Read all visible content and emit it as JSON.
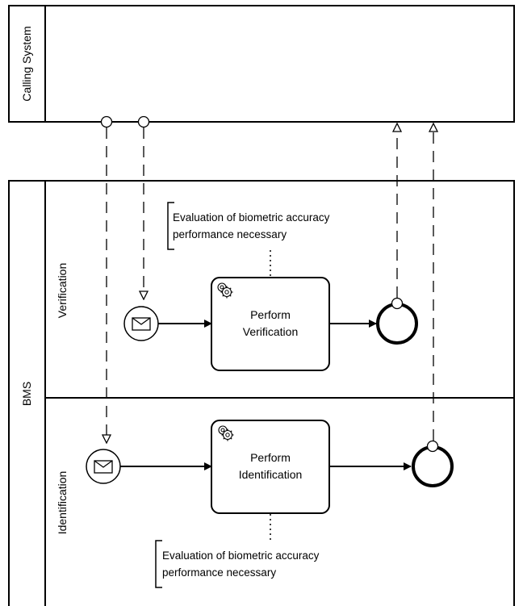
{
  "pools": {
    "calling_system": {
      "label": "Calling System"
    },
    "bms": {
      "label": "BMS",
      "lanes": {
        "verification": {
          "label": "Verification"
        },
        "identification": {
          "label": "Identification"
        }
      }
    }
  },
  "tasks": {
    "verify": {
      "line1": "Perform",
      "line2": "Verification",
      "icon": "gears-icon"
    },
    "identify": {
      "line1": "Perform",
      "line2": "Identification",
      "icon": "gears-icon"
    }
  },
  "annotations": {
    "verify": {
      "line1": "Evaluation of biometric accuracy",
      "line2": "performance necessary"
    },
    "identify": {
      "line1": "Evaluation of biometric accuracy",
      "line2": "performance necessary"
    }
  },
  "events": {
    "verify_start": {
      "type": "message-start",
      "icon": "envelope-icon"
    },
    "verify_end": {
      "type": "end"
    },
    "identify_start": {
      "type": "message-start",
      "icon": "envelope-icon"
    },
    "identify_end": {
      "type": "end"
    }
  }
}
